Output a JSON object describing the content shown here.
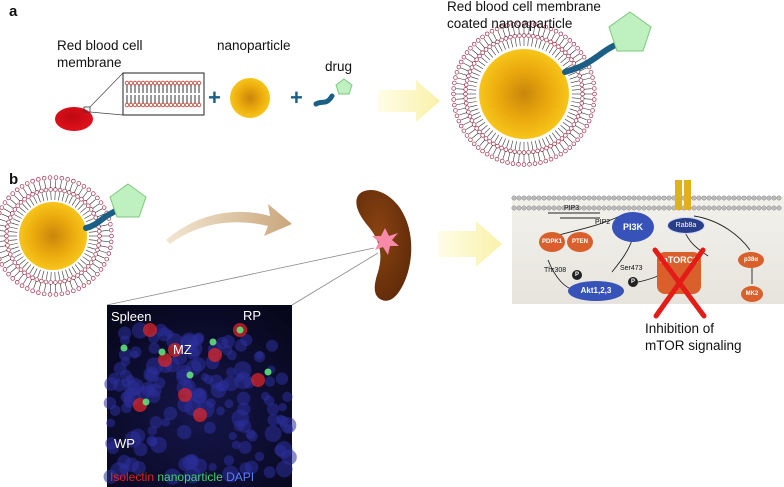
{
  "panel_a": {
    "letter": "a",
    "rbc_label_line1": "Red blood cell",
    "rbc_label_line2": "membrane",
    "nanoparticle_label": "nanoparticle",
    "drug_label": "drug",
    "result_label_line1": "Red blood cell membrane",
    "result_label_line2": "coated nanoaparticle",
    "plus": "+"
  },
  "panel_b": {
    "letter": "b",
    "micrograph": {
      "spleen": "Spleen",
      "rp": "RP",
      "mz": "MZ",
      "wp": "WP",
      "legend_isolectin": "Isolectin",
      "legend_nanoparticle": "nanoparticle",
      "legend_dapi": "DAPI"
    },
    "pathway": {
      "pi3k": "PI3K",
      "rab8a": "Rab8a",
      "pdpk1": "PDPK1",
      "pten": "PTEN",
      "pip3": "PIP3",
      "pip2": "PIP2",
      "mtorc2": "mTORC2",
      "p38": "p38α",
      "mk2": "MK2",
      "thr308": "Thr308",
      "ser473": "Ser473",
      "p": "P",
      "akt": "Akt1,2,3"
    },
    "inhibition_line1": "Inhibition of",
    "inhibition_line2": "mTOR signaling"
  },
  "colors": {
    "gold": "#f2b90f",
    "rbc_red": "#d8101a",
    "drug_blue": "#1b5f86",
    "drug_green": "#bff0bf",
    "arrow_yellow": "#fbf6b8",
    "spleen_brown": "#7d3a10",
    "node_orange": "#d9602c",
    "node_blue": "#3752b8",
    "cross_red": "#e41c17"
  }
}
